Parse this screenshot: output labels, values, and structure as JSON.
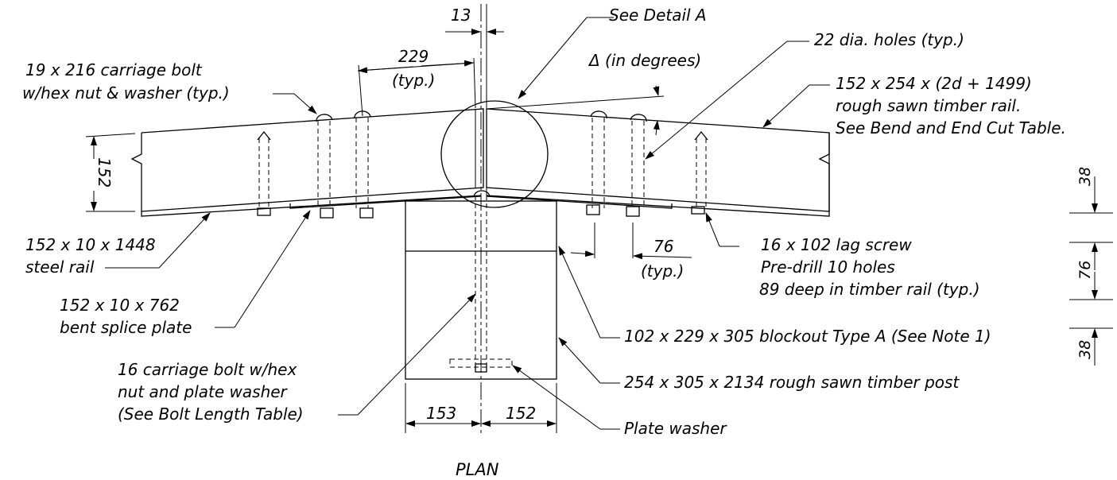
{
  "drawing_title": "PLAN",
  "callouts": {
    "see_detail": "See Detail A",
    "holes": "22 dia. holes (typ.)",
    "angle": "Δ (in degrees)",
    "timber_rail_1": "152 x 254 x (2d + 1499)",
    "timber_rail_2": "rough sawn timber rail.",
    "timber_rail_3": "See Bend and End Cut Table.",
    "carriage_bolt_1": "19 x 216 carriage bolt",
    "carriage_bolt_2": "w/hex nut & washer (typ.)",
    "steel_rail_1": "152 x 10 x 1448",
    "steel_rail_2": "steel rail",
    "splice_1": "152 x 10 x 762",
    "splice_2": "bent splice plate",
    "post_bolt_1": "16 carriage bolt w/hex",
    "post_bolt_2": "nut and plate washer",
    "post_bolt_3": "(See Bolt Length Table)",
    "lag_1": "16 x 102 lag screw",
    "lag_2": "Pre-drill 10 holes",
    "lag_3": "89 deep in timber rail (typ.)",
    "blockout": "102 x 229 x 305 blockout Type A (See Note 1)",
    "post": "254 x 305 x 2134 rough sawn timber post",
    "plate_washer": "Plate washer"
  },
  "dimensions": {
    "d13": "13",
    "d229": "229",
    "d229_typ": "(typ.)",
    "d152_rail": "152",
    "d76": "76",
    "d76_typ": "(typ.)",
    "d153": "153",
    "d152_post": "152",
    "r38_top": "38",
    "r76": "76",
    "r38_bot": "38"
  }
}
